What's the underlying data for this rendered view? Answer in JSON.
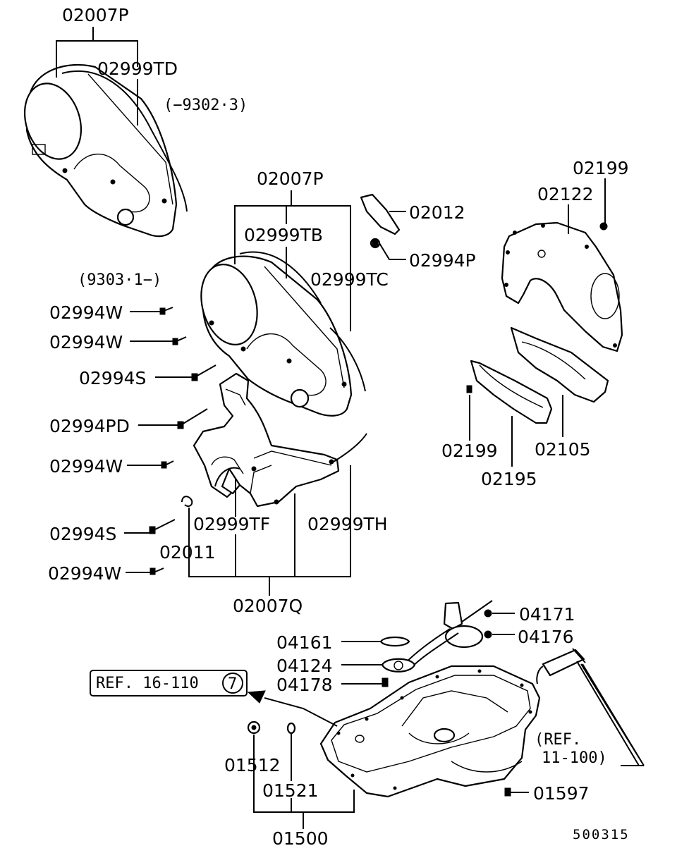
{
  "diagram": {
    "labels": {
      "timing_cover_upper_assy": "02007P",
      "gasket_upper_td": "02999TD",
      "date_note_upto": "(−9302·3)",
      "timing_cover_upper_assy_2": "02007P",
      "gasket_upper_tb": "02999TB",
      "gasket_upper_tc": "02999TC",
      "date_note_from": "(9303·1−)",
      "bracket_02012": "02012",
      "bolt_02994p": "02994P",
      "plate_02122": "02122",
      "bolt_02199_top": "02199",
      "bolt_02994w_1": "02994W",
      "bolt_02994w_2": "02994W",
      "bolt_02994s_1": "02994S",
      "bolt_02994pd": "02994PD",
      "bolt_02994w_3": "02994W",
      "bolt_02994s_2": "02994S",
      "bolt_02994w_4": "02994W",
      "gasket_lower_tf": "02999TF",
      "gasket_lower_th": "02999TH",
      "clip_02011": "02011",
      "timing_cover_lower_assy": "02007Q",
      "bolt_02199_bottom": "02199",
      "cover_02195": "02195",
      "cover_02105": "02105",
      "bolt_04171": "04171",
      "bolt_04176": "04176",
      "gasket_04161": "04161",
      "gasket_04124": "04124",
      "bolt_04178": "04178",
      "ref_16_110": "REF. 16-110",
      "ref_circle_num": "7",
      "plug_01512": "01512",
      "gasket_01521": "01521",
      "oil_pan_assy": "01500",
      "ref_11_100_line1": "(REF.",
      "ref_11_100_line2": "11-100)",
      "bolt_01597": "01597",
      "illustration_code": "500315"
    }
  }
}
